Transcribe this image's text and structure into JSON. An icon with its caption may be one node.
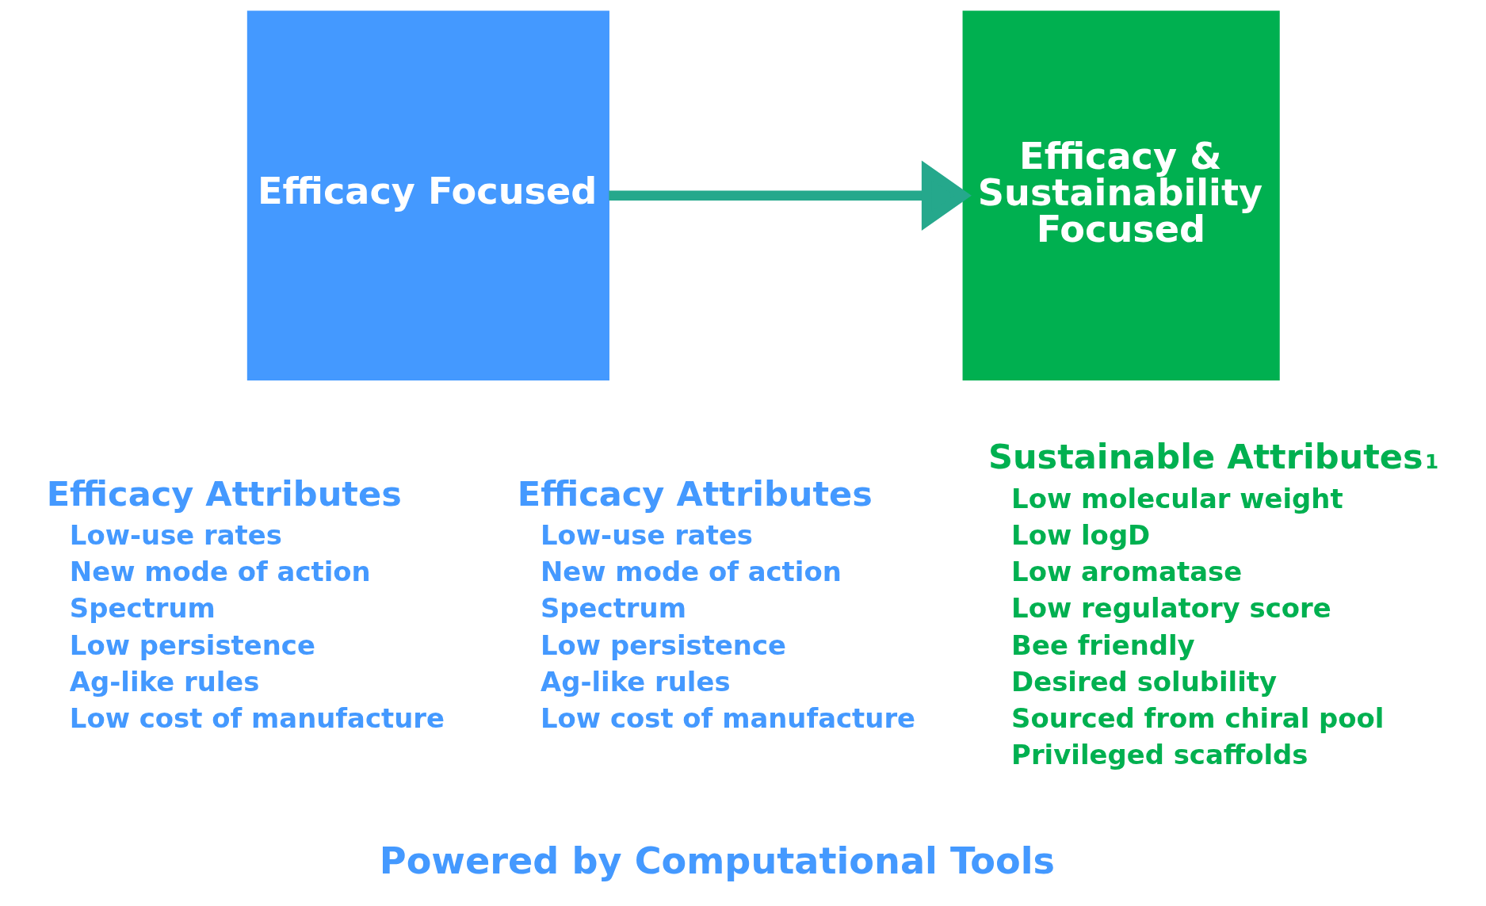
{
  "diagram": {
    "nodes": [
      {
        "text": [
          "Efficacy Focused"
        ]
      },
      {
        "text": [
          "Efficacy & Sustainability Focused"
        ]
      }
    ],
    "edges": [
      {
        "from": 0,
        "to": 1,
        "arrow": "to",
        "color": "#25a88c"
      }
    ],
    "labels": [
      "Efficacy Attributes",
      "Low-use rates",
      "New mode of action",
      "Spectrum",
      "Low persistence",
      "Ag-like rules",
      "Low cost of manufacture",
      "Efficacy Attributes",
      "Low-use rates",
      "New mode of action",
      "Spectrum",
      "Low persistence",
      "Ag-like rules",
      "Low cost of manufacture",
      "Sustainable Attributes$^{1}$",
      "Low molecular weight",
      "Low logD",
      "Low aromatase",
      "Low regulatory score",
      "Bee friendly",
      "Desired solubility",
      "Sourced from chiral pool",
      "Privileged scaffolds",
      "Powered by Computational Tools"
    ]
  }
}
